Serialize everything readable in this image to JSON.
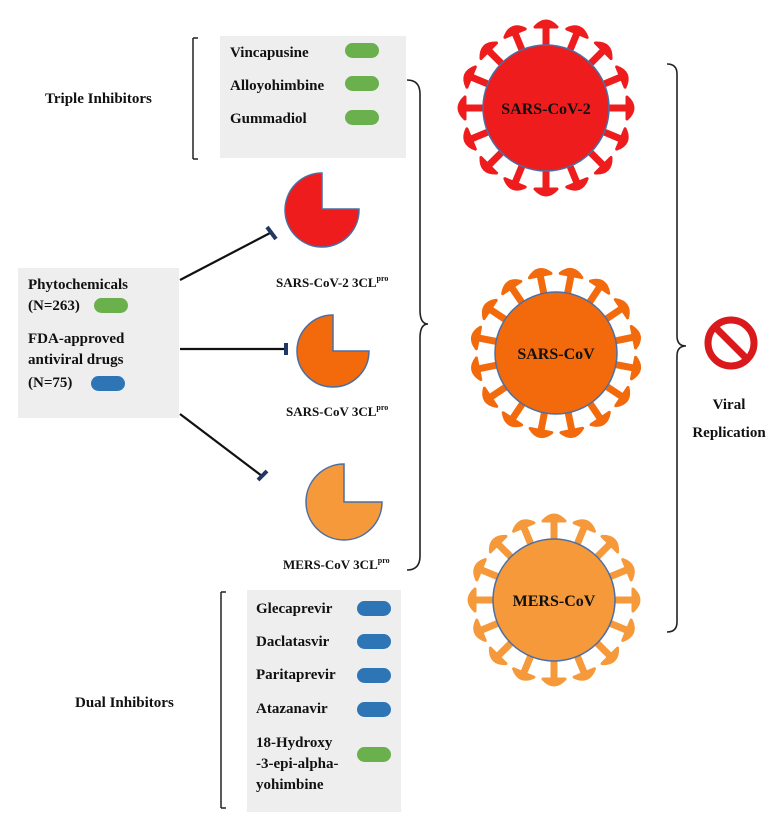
{
  "colors": {
    "green_pill": "#6ab04c",
    "blue_pill": "#2e75b6",
    "sars_cov_2": "#ee1c1c",
    "sars_cov": "#f26a0c",
    "mers_cov": "#f5993b",
    "panel_bg": "#eeeeee",
    "no_sign": "#d9191c"
  },
  "triple": {
    "label": "Triple Inhibitors",
    "items": [
      {
        "name": "Vincapusine",
        "pill": "green"
      },
      {
        "name": "Alloyohimbine",
        "pill": "green"
      },
      {
        "name": "Gummadiol",
        "pill": "green"
      }
    ]
  },
  "sources": {
    "phyto": "Phytochemicals",
    "phyto_n": "(N=263)",
    "fda_line1": "FDA-approved",
    "fda_line2": "antiviral drugs",
    "fda_n": "(N=75)"
  },
  "proteases": [
    {
      "name": "SARS-CoV-2 3CL",
      "sup": "pro"
    },
    {
      "name": "SARS-CoV 3CL",
      "sup": "pro"
    },
    {
      "name": "MERS-CoV 3CL",
      "sup": "pro"
    }
  ],
  "viruses": [
    {
      "name": "SARS-CoV-2"
    },
    {
      "name": "SARS-CoV"
    },
    {
      "name": "MERS-CoV"
    }
  ],
  "outcome": {
    "line1": "Viral",
    "line2": "Replication",
    "icon": "prohibition-icon"
  },
  "dual": {
    "label": "Dual Inhibitors",
    "items": [
      {
        "name": "Glecaprevir",
        "pill": "blue"
      },
      {
        "name": "Daclatasvir",
        "pill": "blue"
      },
      {
        "name": "Paritaprevir",
        "pill": "blue"
      },
      {
        "name": "Atazanavir",
        "pill": "blue"
      },
      {
        "name": "18-Hydroxy",
        "name2": "-3-epi-alpha-",
        "name3": "yohimbine",
        "pill": "green"
      }
    ]
  }
}
